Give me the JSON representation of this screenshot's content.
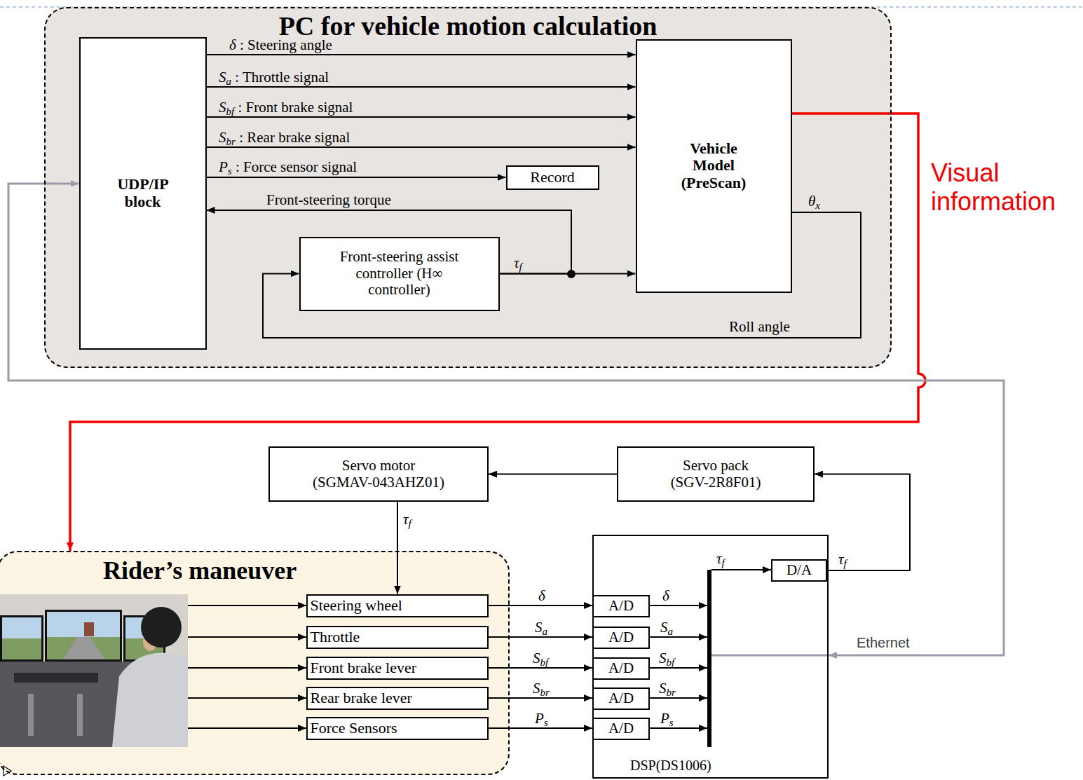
{
  "diagram": {
    "nodes": [
      {
        "text": [
          "PC for vehicle motion calculation"
        ]
      },
      {
        "text": [
          "UDP/IP block"
        ],
        "in": 0
      },
      {
        "text": [
          "Record"
        ],
        "in": 0
      },
      {
        "text": [
          "Vehicle Model (PreScan)"
        ],
        "in": 0
      },
      {
        "text": [
          "Front-steering assist controller (H∞ controller)"
        ],
        "in": 0
      },
      {
        "text": [
          "Rider’s maneuver"
        ]
      },
      {
        "text": [
          "Steering wheel"
        ],
        "in": 5
      },
      {
        "text": [
          "Throttle"
        ],
        "in": 5
      },
      {
        "text": [
          "Front brake lever"
        ],
        "in": 5
      },
      {
        "text": [
          "Rear brake lever"
        ],
        "in": 5
      },
      {
        "text": [
          "Force Sensors"
        ],
        "in": 5
      },
      {
        "text": [
          "Servo motor (SGMAV-043AHZ01)"
        ]
      },
      {
        "text": [
          "Servo pack (SGV-2R8F01)"
        ]
      },
      {
        "text": [
          "DSP(DS1006)"
        ]
      },
      {
        "text": [
          "A/D"
        ],
        "in": 13
      },
      {
        "text": [
          "A/D"
        ],
        "in": 13
      },
      {
        "text": [
          "A/D"
        ],
        "in": 13
      },
      {
        "text": [
          "A/D"
        ],
        "in": 13
      },
      {
        "text": [
          "A/D"
        ],
        "in": 13
      },
      {
        "text": [
          "D/A"
        ],
        "in": 13
      }
    ],
    "edges": [
      {
        "from": 1,
        "to": 3,
        "label": "δ : Steering angle",
        "arrow": "to"
      },
      {
        "from": 1,
        "to": 3,
        "label": "Sa : Throttle signal",
        "arrow": "to"
      },
      {
        "from": 1,
        "to": 3,
        "label": "Sbf : Front brake signal",
        "arrow": "to"
      },
      {
        "from": 1,
        "to": 3,
        "label": "Sbr : Rear brake signal",
        "arrow": "to"
      },
      {
        "from": 1,
        "to": 2,
        "label": "Ps : Force sensor signal",
        "arrow": "to"
      },
      {
        "from": 4,
        "to": 1,
        "label": "Front-steering torque",
        "arrow": "to"
      },
      {
        "from": 4,
        "to": 3,
        "label": "τf",
        "arrow": "to"
      },
      {
        "from": 3,
        "to": 4,
        "label": "Roll angle",
        "arrow": "to"
      },
      {
        "from": 3,
        "to": 5,
        "label": "Visual information",
        "arrow": "to"
      },
      {
        "from": 13,
        "to": 1,
        "label": "Ethernet",
        "arrow": "both"
      },
      {
        "from": 12,
        "to": 11,
        "arrow": "to"
      },
      {
        "from": 11,
        "to": 6,
        "label": "τf",
        "arrow": "to"
      },
      {
        "from": 19,
        "to": 12,
        "label": "τf",
        "arrow": "to"
      },
      {
        "from": 6,
        "to": 14,
        "label": "δ",
        "arrow": "to"
      },
      {
        "from": 7,
        "to": 15,
        "label": "Sa",
        "arrow": "to"
      },
      {
        "from": 8,
        "to": 16,
        "label": "Sbf",
        "arrow": "to"
      },
      {
        "from": 9,
        "to": 17,
        "label": "Sbr",
        "arrow": "to"
      },
      {
        "from": 10,
        "to": 18,
        "label": "Ps",
        "arrow": "to"
      }
    ],
    "labels": [
      "θx",
      "τf",
      "δ",
      "Sa",
      "Sbf",
      "Sbr",
      "Ps"
    ]
  }
}
